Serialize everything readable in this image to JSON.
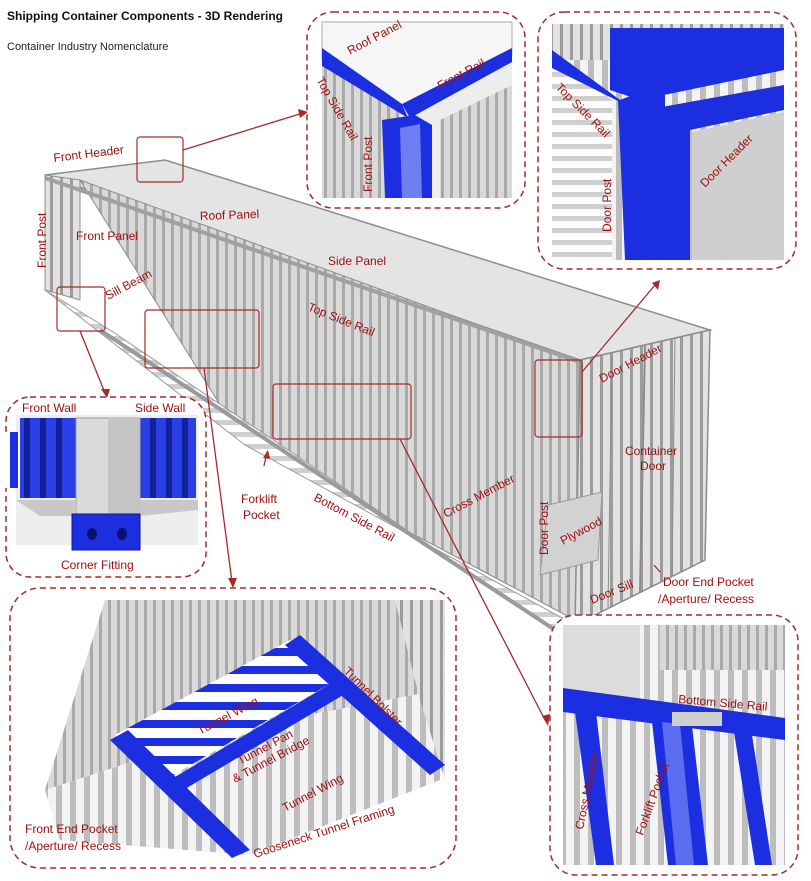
{
  "header": {
    "title": "Shipping Container Components - 3D Rendering",
    "subtitle": "Container Industry Nomenclature"
  },
  "colors": {
    "callout": "#a52a2a",
    "label": "#a01010",
    "highlight": "#1b2fe0",
    "steel": "#c9c9c9"
  },
  "main_labels": {
    "front_header": "Front Header",
    "front_post": "Front Post",
    "front_panel": "Front Panel",
    "roof_panel": "Roof Panel",
    "side_panel": "Side Panel",
    "sill_beam": "Sill Beam",
    "top_side_rail": "Top Side Rail",
    "door_header": "Door Header",
    "container_door_1": "Container",
    "container_door_2": "Door",
    "forklift_pocket_1": "Forklift",
    "forklift_pocket_2": "Pocket",
    "bottom_side_rail": "Bottom Side Rail",
    "cross_member": "Cross Member",
    "door_post": "Door Post",
    "plywood": "Plywood",
    "door_sill": "Door Sill",
    "door_end_pocket_1": "Door End Pocket",
    "door_end_pocket_2": "/Aperture/ Recess"
  },
  "inset_top_center": {
    "roof_panel": "Roof Panel",
    "front_rail": "Front Rail",
    "top_side_rail": "Top Side Rail",
    "front_post": "Front Post"
  },
  "inset_top_right": {
    "top_side_rail": "Top Side Rail",
    "door_post": "Door Post",
    "door_header": "Door Header"
  },
  "inset_left": {
    "front_wall": "Front Wall",
    "side_wall": "Side Wall",
    "corner_fitting": "Corner Fitting"
  },
  "inset_bottom_left": {
    "tunnel_wing_1": "Tunnel Wing",
    "tunnel_bolster": "Tunnel Bolster",
    "tunnel_pan_1": "Tunnel Pan",
    "tunnel_pan_2": "& Tunnel Bridge",
    "tunnel_wing_2": "Tunnel Wing",
    "gooseneck": "Gooseneck Tunnel Framing",
    "front_end_pocket_1": "Front End Pocket",
    "front_end_pocket_2": "/Aperture/ Recess"
  },
  "inset_bottom_right": {
    "bottom_side_rail": "Bottom Side Rail",
    "cross_member": "Cross Member",
    "forklift_pocket": "Forklift Pocket"
  }
}
